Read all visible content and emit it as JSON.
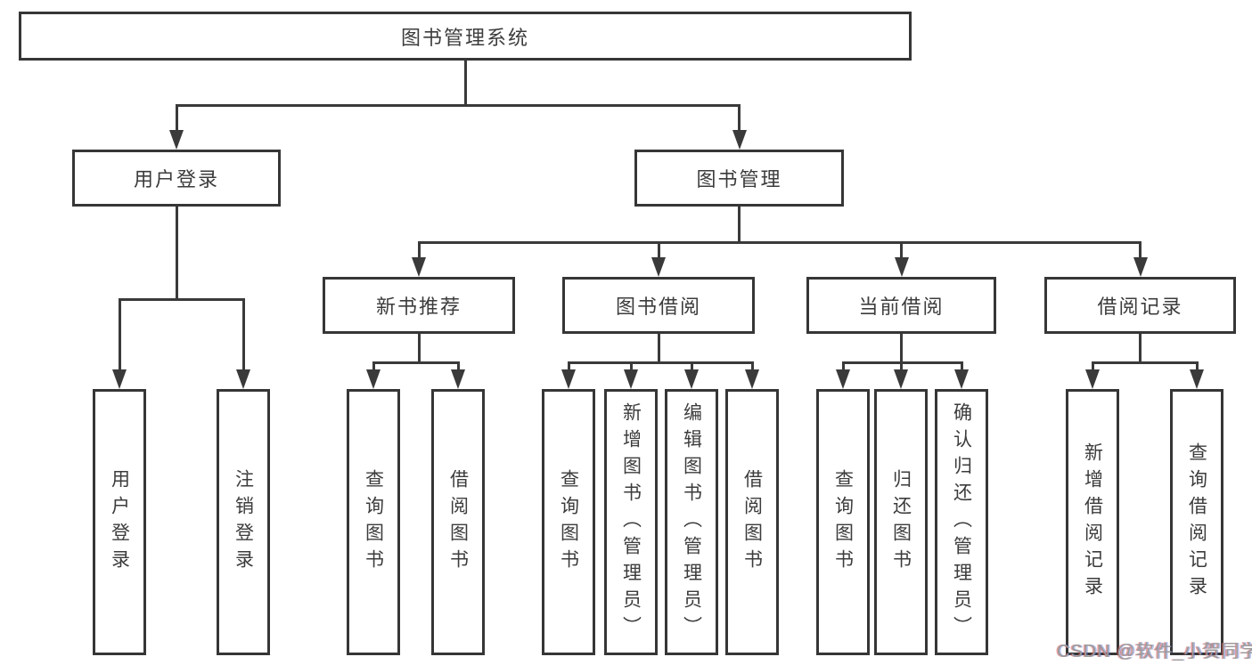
{
  "diagram": {
    "type": "hierarchy-tree",
    "root": {
      "label": "图书管理系统"
    },
    "level2": [
      {
        "label": "用户登录"
      },
      {
        "label": "图书管理"
      }
    ],
    "level3": [
      {
        "label": "新书推荐",
        "parent": "图书管理"
      },
      {
        "label": "图书借阅",
        "parent": "图书管理"
      },
      {
        "label": "当前借阅",
        "parent": "图书管理"
      },
      {
        "label": "借阅记录",
        "parent": "图书管理"
      }
    ],
    "leaves": [
      {
        "label": "用户登录",
        "parent": "用户登录"
      },
      {
        "label": "注销登录",
        "parent": "用户登录"
      },
      {
        "label": "查询图书",
        "parent": "新书推荐"
      },
      {
        "label": "借阅图书",
        "parent": "新书推荐"
      },
      {
        "label": "查询图书",
        "parent": "图书借阅"
      },
      {
        "label": "新增图书（管理员）",
        "parent": "图书借阅"
      },
      {
        "label": "编辑图书（管理员）",
        "parent": "图书借阅"
      },
      {
        "label": "借阅图书",
        "parent": "图书借阅"
      },
      {
        "label": "查询图书",
        "parent": "当前借阅"
      },
      {
        "label": "归还图书",
        "parent": "当前借阅"
      },
      {
        "label": "确认归还（管理员）",
        "parent": "当前借阅"
      },
      {
        "label": "新增借阅记录",
        "parent": "借阅记录"
      },
      {
        "label": "查询借阅记录",
        "parent": "借阅记录"
      }
    ],
    "hierarchy": {
      "图书管理系统": {
        "用户登录": [
          "用户登录",
          "注销登录"
        ],
        "图书管理": {
          "新书推荐": [
            "查询图书",
            "借阅图书"
          ],
          "图书借阅": [
            "查询图书",
            "新增图书（管理员）",
            "编辑图书（管理员）",
            "借阅图书"
          ],
          "当前借阅": [
            "查询图书",
            "归还图书",
            "确认归还（管理员）"
          ],
          "借阅记录": [
            "新增借阅记录",
            "查询借阅记录"
          ]
        }
      }
    }
  },
  "watermark": {
    "text": "CSDN @软件_小贺同学"
  },
  "colors": {
    "line": "#3a3a3a",
    "box_border": "#363636",
    "text": "#3c3c3c",
    "background": "#ffffff",
    "watermark": "#9a9a9a"
  }
}
